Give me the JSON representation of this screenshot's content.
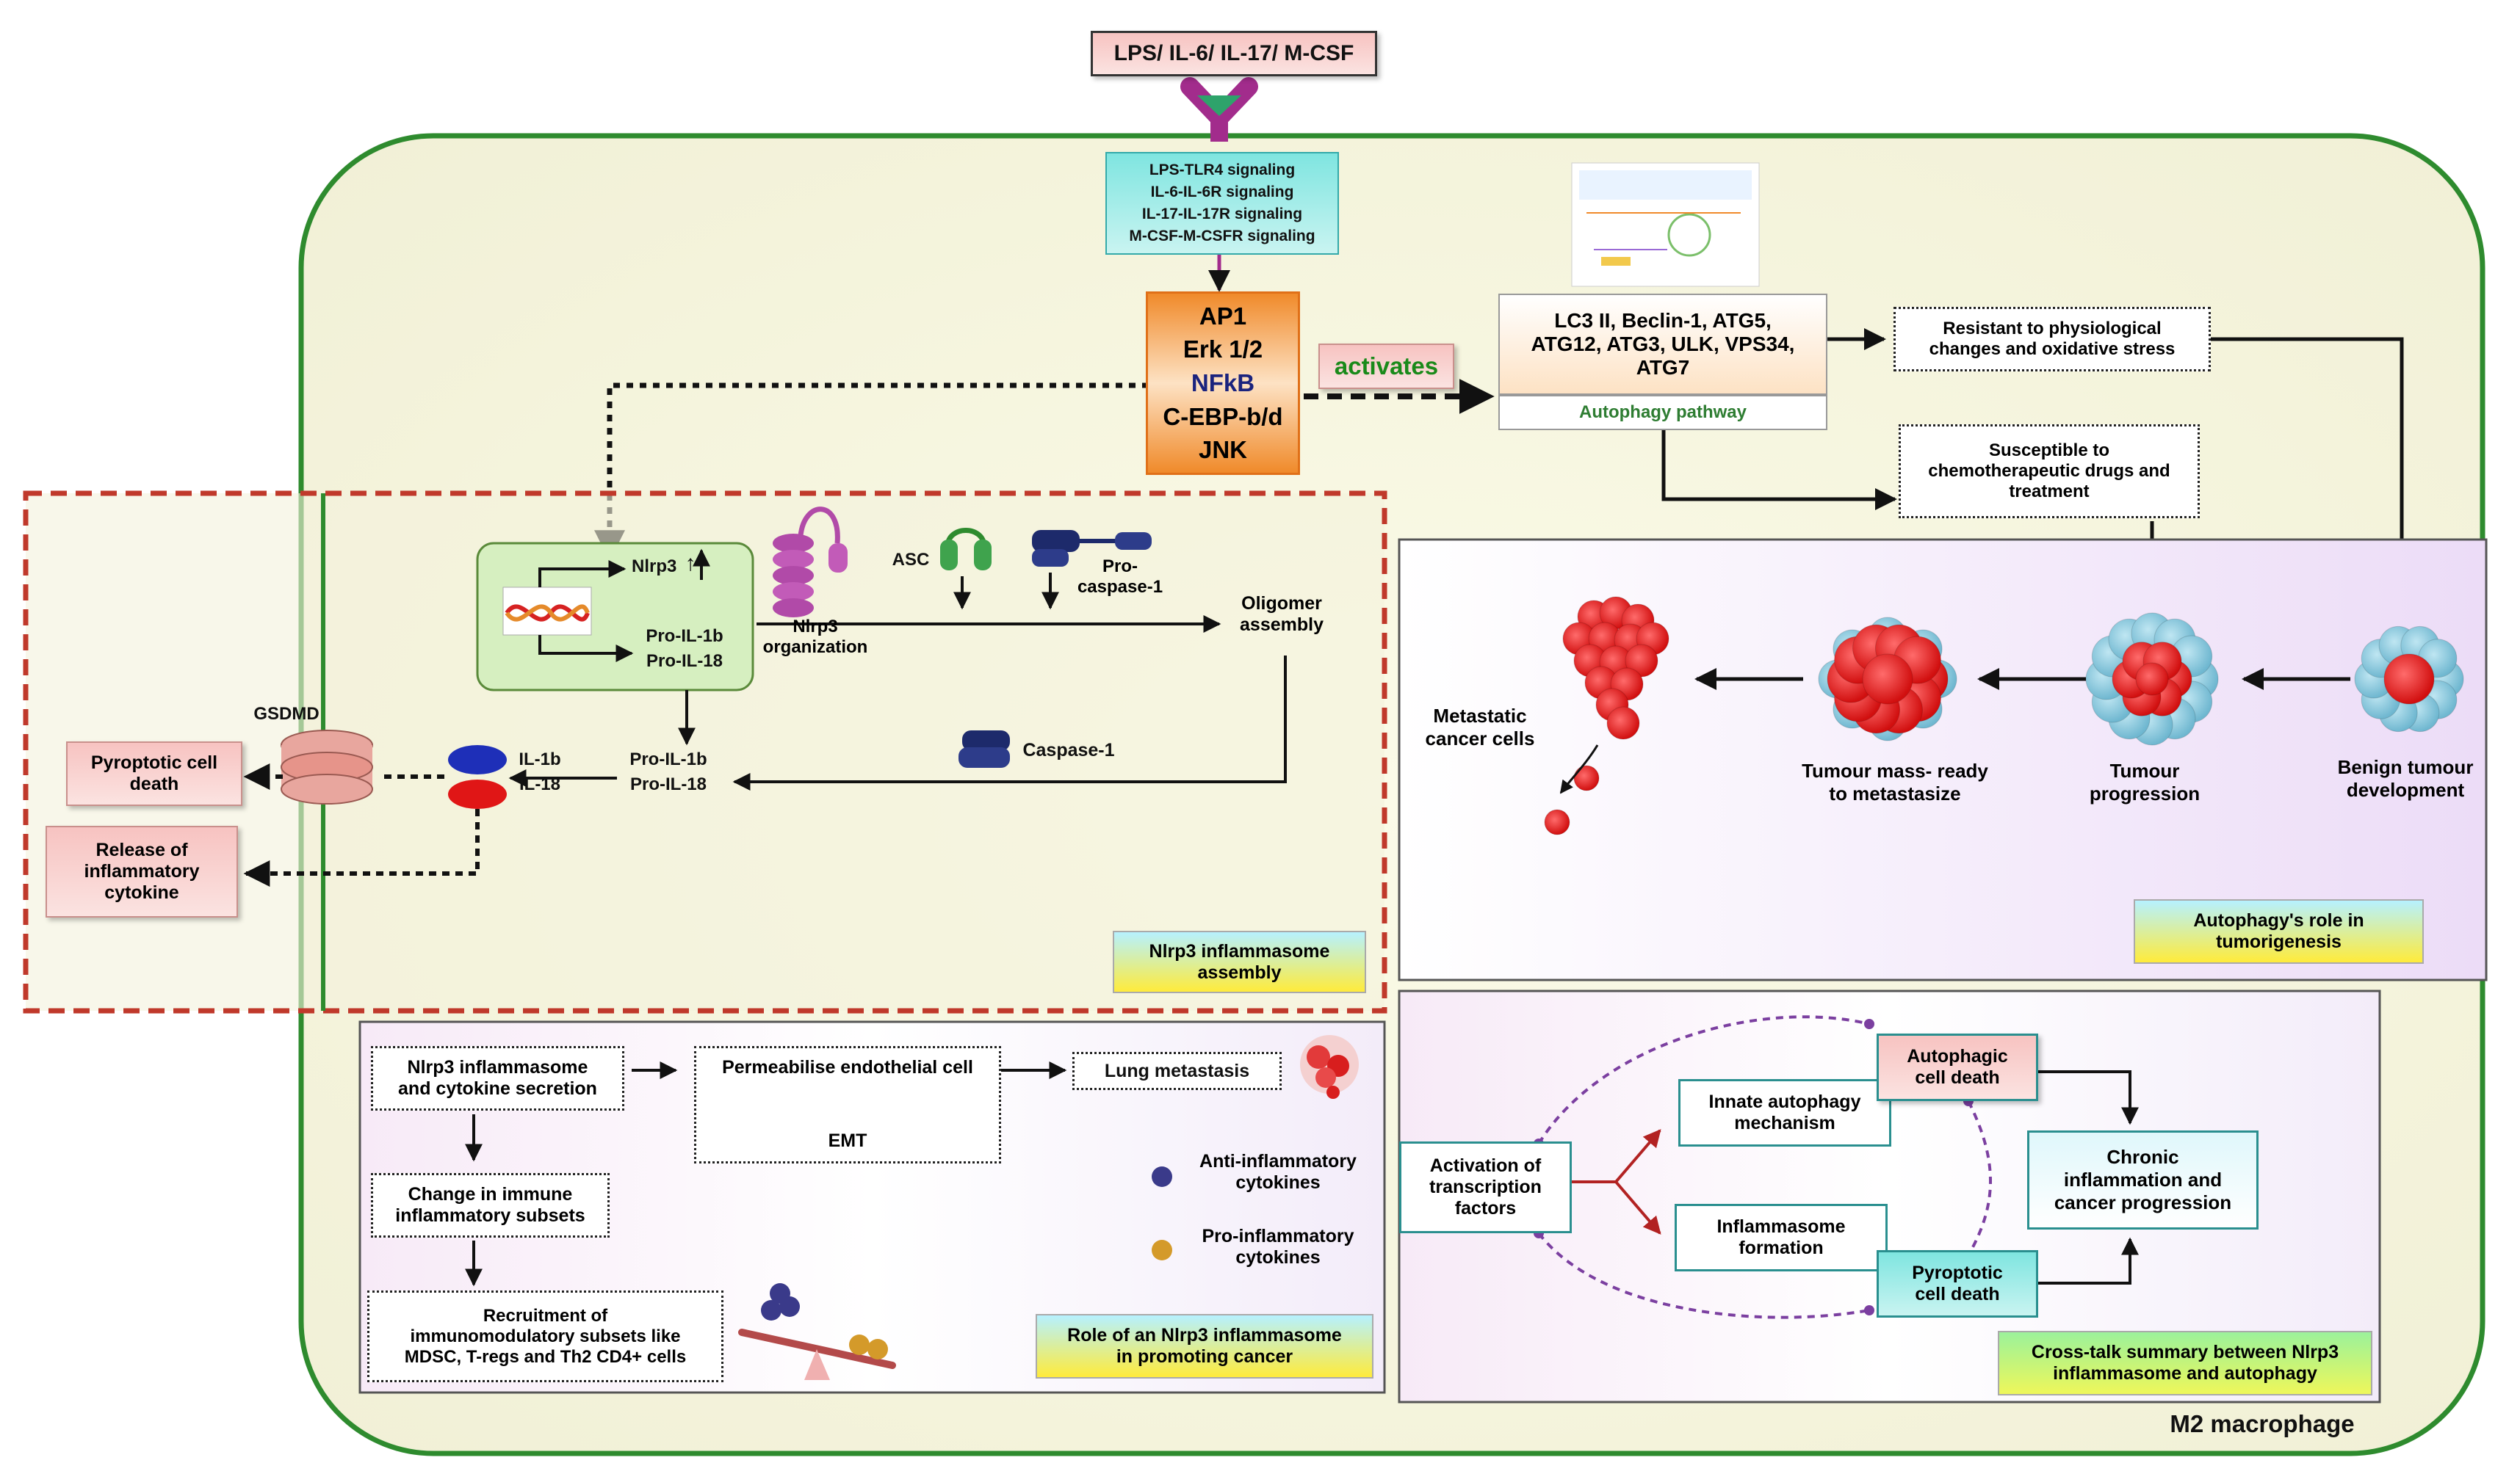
{
  "top_stimulus": "LPS/ IL-6/ IL-17/ M-CSF",
  "signaling": [
    "LPS-TLR4 signaling",
    "IL-6-IL-6R signaling",
    "IL-17-IL-17R signaling",
    "M-CSF-M-CSFR signaling"
  ],
  "tf_box": {
    "line1": "AP1",
    "line2": "Erk 1/2",
    "line3": "NFkB",
    "line4": "C-EBP-b/d",
    "line5": "JNK"
  },
  "activates": "activates",
  "autophagy_genes": {
    "line1": "LC3 II, Beclin-1, ATG5,",
    "line2": "ATG12, ATG3, ULK, VPS34,",
    "line3": "ATG7"
  },
  "autophagy_pathway": "Autophagy pathway",
  "resistant": {
    "line1": "Resistant to physiological",
    "line2": "changes and oxidative stress"
  },
  "susceptible": {
    "line1": "Susceptible to",
    "line2": "chemotherapeutic drugs and",
    "line3": "treatment"
  },
  "inflammasome": {
    "nlrp3_up": "Nlrp3",
    "pro_il1b": "Pro-IL-1b",
    "pro_il18": "Pro-IL-18",
    "nlrp3_org": {
      "line1": "Nlrp3",
      "line2": "organization"
    },
    "asc": "ASC",
    "pro_caspase": {
      "line1": "Pro-",
      "line2": "caspase-1"
    },
    "oligomer": {
      "line1": "Oligomer",
      "line2": "assembly"
    },
    "caspase1": "Caspase-1",
    "pro_il1b_2": "Pro-IL-1b",
    "pro_il18_2": "Pro-IL-18",
    "il1b": "IL-1b",
    "il18": "IL-18",
    "gsdmd": "GSDMD",
    "pyroptotic": {
      "line1": "Pyroptotic cell",
      "line2": "death"
    },
    "release": {
      "line1": "Release of",
      "line2": "inflammatory",
      "line3": "cytokine"
    },
    "title": {
      "line1": "Nlrp3 inflammasome",
      "line2": "assembly"
    }
  },
  "tumor": {
    "metastatic": {
      "line1": "Metastatic",
      "line2": "cancer cells"
    },
    "mass": {
      "line1": "Tumour mass- ready",
      "line2": "to metastasize"
    },
    "progression": {
      "line1": "Tumour",
      "line2": "progression"
    },
    "benign": {
      "line1": "Benign tumour",
      "line2": "development"
    },
    "title": {
      "line1": "Autophagy's role in",
      "line2": "tumorigenesis"
    }
  },
  "cancer_role": {
    "secretion": {
      "line1": "Nlrp3 inflammasome",
      "line2": "and cytokine secretion"
    },
    "permeabilise": "Permeabilise endothelial cell",
    "emt": "EMT",
    "lung": "Lung metastasis",
    "change": {
      "line1": "Change in immune",
      "line2": "inflammatory subsets"
    },
    "recruit": {
      "line1": "Recruitment of",
      "line2": "immunomodulatory subsets like",
      "line3": "MDSC, T-regs and Th2 CD4+ cells"
    },
    "anti": {
      "line1": "Anti-inflammatory",
      "line2": "cytokines"
    },
    "pro": {
      "line1": "Pro-inflammatory",
      "line2": "cytokines"
    },
    "title": {
      "line1": "Role of an Nlrp3 inflammasome",
      "line2": "in promoting cancer"
    }
  },
  "crosstalk": {
    "activation": {
      "line1": "Activation of",
      "line2": "transcription",
      "line3": "factors"
    },
    "innate": {
      "line1": "Innate autophagy",
      "line2": "mechanism"
    },
    "inflammasome_form": {
      "line1": "Inflammasome",
      "line2": "formation"
    },
    "autophagic_death": {
      "line1": "Autophagic",
      "line2": "cell death"
    },
    "pyroptotic_death": {
      "line1": "Pyroptotic",
      "line2": "cell death"
    },
    "chronic": {
      "line1": "Chronic",
      "line2": "inflammation and",
      "line3": "cancer progression"
    },
    "title": {
      "line1": "Cross-talk summary between Nlrp3",
      "line2": "inflammasome and autophagy"
    }
  },
  "m2": "M2 macrophage",
  "colors": {
    "cell_border": "#2e8b2e",
    "inflammasome_border": "#c0392b",
    "activates_text": "#1a8a1a",
    "nfkb": "#1a237e",
    "pathway_text": "#2e7d32",
    "purple_dash": "#7b3fa0",
    "red_arrow": "#b22222"
  }
}
